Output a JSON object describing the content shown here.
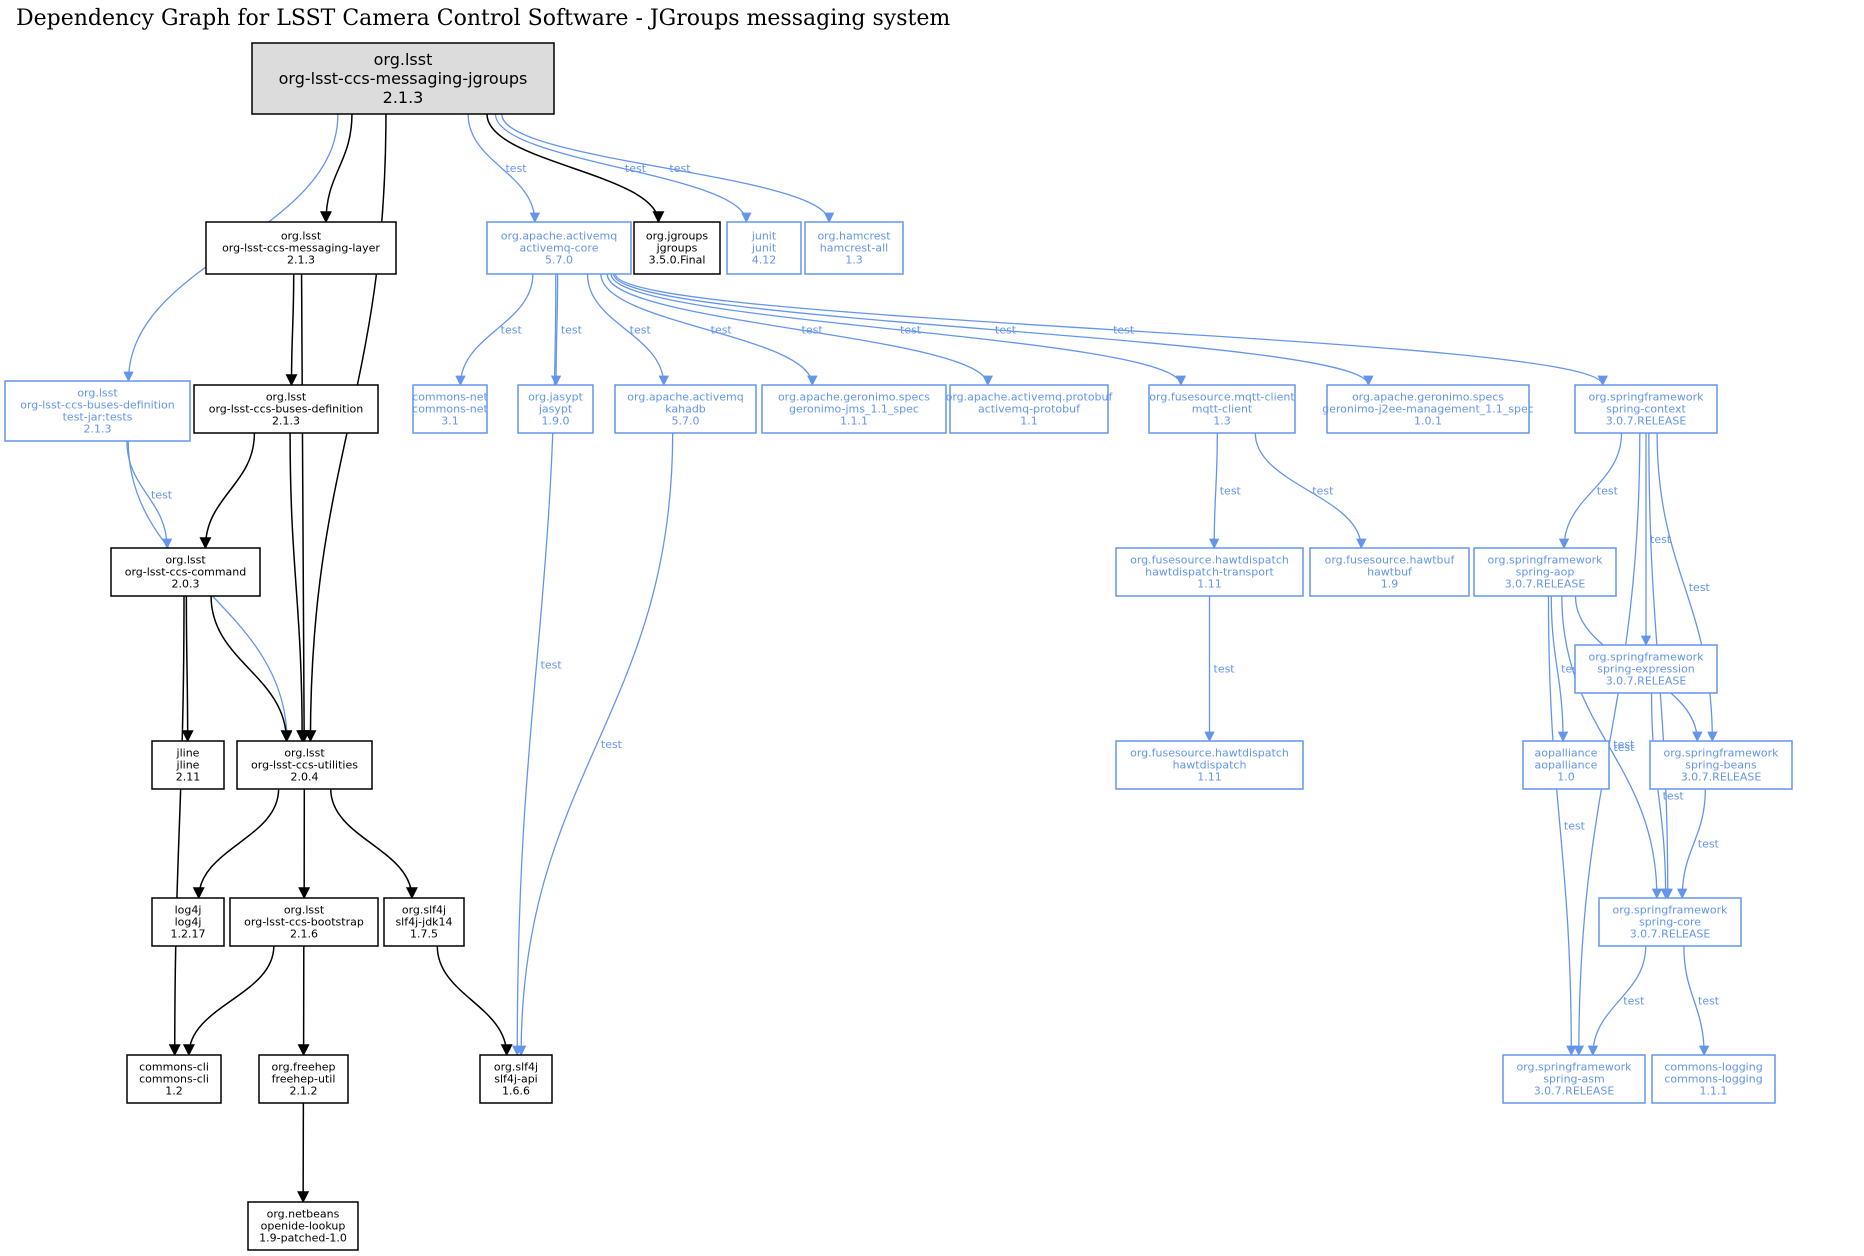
{
  "title": "Dependency Graph for LSST Camera Control Software - JGroups messaging system",
  "colors": {
    "compile": "#000000",
    "test": "#6495ed",
    "root_fill": "#dcdcdc"
  },
  "nodes": [
    {
      "id": "root",
      "lines": [
        "org.lsst",
        "org-lsst-ccs-messaging-jgroups",
        "2.1.3"
      ],
      "scope": "root"
    },
    {
      "id": "messaging-layer",
      "lines": [
        "org.lsst",
        "org-lsst-ccs-messaging-layer",
        "2.1.3"
      ],
      "scope": "compile"
    },
    {
      "id": "activemq-core",
      "lines": [
        "org.apache.activemq",
        "activemq-core",
        "5.7.0"
      ],
      "scope": "test"
    },
    {
      "id": "jgroups",
      "lines": [
        "org.jgroups",
        "jgroups",
        "3.5.0.Final"
      ],
      "scope": "compile"
    },
    {
      "id": "junit",
      "lines": [
        "junit",
        "junit",
        "4.12"
      ],
      "scope": "test"
    },
    {
      "id": "hamcrest",
      "lines": [
        "org.hamcrest",
        "hamcrest-all",
        "1.3"
      ],
      "scope": "test"
    },
    {
      "id": "buses-def-tests",
      "lines": [
        "org.lsst",
        "org-lsst-ccs-buses-definition",
        "test-jar:tests",
        "2.1.3"
      ],
      "scope": "test"
    },
    {
      "id": "buses-def",
      "lines": [
        "org.lsst",
        "org-lsst-ccs-buses-definition",
        "2.1.3"
      ],
      "scope": "compile"
    },
    {
      "id": "commons-net",
      "lines": [
        "commons-net",
        "commons-net",
        "3.1"
      ],
      "scope": "test"
    },
    {
      "id": "jasypt",
      "lines": [
        "org.jasypt",
        "jasypt",
        "1.9.0"
      ],
      "scope": "test"
    },
    {
      "id": "kahadb",
      "lines": [
        "org.apache.activemq",
        "kahadb",
        "5.7.0"
      ],
      "scope": "test"
    },
    {
      "id": "geronimo-jms",
      "lines": [
        "org.apache.geronimo.specs",
        "geronimo-jms_1.1_spec",
        "1.1.1"
      ],
      "scope": "test"
    },
    {
      "id": "activemq-protobuf",
      "lines": [
        "org.apache.activemq.protobuf",
        "activemq-protobuf",
        "1.1"
      ],
      "scope": "test"
    },
    {
      "id": "mqtt-client",
      "lines": [
        "org.fusesource.mqtt-client",
        "mqtt-client",
        "1.3"
      ],
      "scope": "test"
    },
    {
      "id": "geronimo-j2ee",
      "lines": [
        "org.apache.geronimo.specs",
        "geronimo-j2ee-management_1.1_spec",
        "1.0.1"
      ],
      "scope": "test"
    },
    {
      "id": "spring-context",
      "lines": [
        "org.springframework",
        "spring-context",
        "3.0.7.RELEASE"
      ],
      "scope": "test"
    },
    {
      "id": "ccs-command",
      "lines": [
        "org.lsst",
        "org-lsst-ccs-command",
        "2.0.3"
      ],
      "scope": "compile"
    },
    {
      "id": "hawtdispatch-transport",
      "lines": [
        "org.fusesource.hawtdispatch",
        "hawtdispatch-transport",
        "1.11"
      ],
      "scope": "test"
    },
    {
      "id": "hawtbuf",
      "lines": [
        "org.fusesource.hawtbuf",
        "hawtbuf",
        "1.9"
      ],
      "scope": "test"
    },
    {
      "id": "spring-aop",
      "lines": [
        "org.springframework",
        "spring-aop",
        "3.0.7.RELEASE"
      ],
      "scope": "test"
    },
    {
      "id": "spring-expression",
      "lines": [
        "org.springframework",
        "spring-expression",
        "3.0.7.RELEASE"
      ],
      "scope": "test"
    },
    {
      "id": "jline",
      "lines": [
        "jline",
        "jline",
        "2.11"
      ],
      "scope": "compile"
    },
    {
      "id": "ccs-utilities",
      "lines": [
        "org.lsst",
        "org-lsst-ccs-utilities",
        "2.0.4"
      ],
      "scope": "compile"
    },
    {
      "id": "hawtdispatch",
      "lines": [
        "org.fusesource.hawtdispatch",
        "hawtdispatch",
        "1.11"
      ],
      "scope": "test"
    },
    {
      "id": "aopalliance",
      "lines": [
        "aopalliance",
        "aopalliance",
        "1.0"
      ],
      "scope": "test"
    },
    {
      "id": "spring-beans",
      "lines": [
        "org.springframework",
        "spring-beans",
        "3.0.7.RELEASE"
      ],
      "scope": "test"
    },
    {
      "id": "log4j",
      "lines": [
        "log4j",
        "log4j",
        "1.2.17"
      ],
      "scope": "compile"
    },
    {
      "id": "ccs-bootstrap",
      "lines": [
        "org.lsst",
        "org-lsst-ccs-bootstrap",
        "2.1.6"
      ],
      "scope": "compile"
    },
    {
      "id": "slf4j-jdk14",
      "lines": [
        "org.slf4j",
        "slf4j-jdk14",
        "1.7.5"
      ],
      "scope": "compile"
    },
    {
      "id": "spring-core",
      "lines": [
        "org.springframework",
        "spring-core",
        "3.0.7.RELEASE"
      ],
      "scope": "test"
    },
    {
      "id": "commons-cli",
      "lines": [
        "commons-cli",
        "commons-cli",
        "1.2"
      ],
      "scope": "compile"
    },
    {
      "id": "freehep-util",
      "lines": [
        "org.freehep",
        "freehep-util",
        "2.1.2"
      ],
      "scope": "compile"
    },
    {
      "id": "slf4j-api",
      "lines": [
        "org.slf4j",
        "slf4j-api",
        "1.6.6"
      ],
      "scope": "compile"
    },
    {
      "id": "spring-asm",
      "lines": [
        "org.springframework",
        "spring-asm",
        "3.0.7.RELEASE"
      ],
      "scope": "test"
    },
    {
      "id": "commons-logging",
      "lines": [
        "commons-logging",
        "commons-logging",
        "1.1.1"
      ],
      "scope": "test"
    },
    {
      "id": "openide-lookup",
      "lines": [
        "org.netbeans",
        "openide-lookup",
        "1.9-patched-1.0"
      ],
      "scope": "compile"
    }
  ],
  "edges": [
    {
      "from": "root",
      "to": "buses-def-tests",
      "scope": "test",
      "label": "test"
    },
    {
      "from": "root",
      "to": "messaging-layer",
      "scope": "compile",
      "label": ""
    },
    {
      "from": "root",
      "to": "ccs-utilities",
      "scope": "compile",
      "label": ""
    },
    {
      "from": "root",
      "to": "activemq-core",
      "scope": "test",
      "label": "test"
    },
    {
      "from": "root",
      "to": "jgroups",
      "scope": "compile",
      "label": ""
    },
    {
      "from": "root",
      "to": "junit",
      "scope": "test",
      "label": "test"
    },
    {
      "from": "root",
      "to": "hamcrest",
      "scope": "test",
      "label": "test"
    },
    {
      "from": "messaging-layer",
      "to": "buses-def",
      "scope": "compile",
      "label": ""
    },
    {
      "from": "messaging-layer",
      "to": "ccs-utilities",
      "scope": "compile",
      "label": ""
    },
    {
      "from": "buses-def-tests",
      "to": "ccs-command",
      "scope": "test",
      "label": "test"
    },
    {
      "from": "buses-def-tests",
      "to": "ccs-utilities",
      "scope": "test",
      "label": "test"
    },
    {
      "from": "buses-def",
      "to": "ccs-command",
      "scope": "compile",
      "label": ""
    },
    {
      "from": "buses-def",
      "to": "ccs-utilities",
      "scope": "compile",
      "label": ""
    },
    {
      "from": "ccs-command",
      "to": "jline",
      "scope": "compile",
      "label": ""
    },
    {
      "from": "ccs-command",
      "to": "ccs-utilities",
      "scope": "compile",
      "label": ""
    },
    {
      "from": "ccs-command",
      "to": "commons-cli",
      "scope": "compile",
      "label": ""
    },
    {
      "from": "ccs-utilities",
      "to": "log4j",
      "scope": "compile",
      "label": ""
    },
    {
      "from": "ccs-utilities",
      "to": "ccs-bootstrap",
      "scope": "compile",
      "label": ""
    },
    {
      "from": "ccs-utilities",
      "to": "slf4j-jdk14",
      "scope": "compile",
      "label": ""
    },
    {
      "from": "ccs-bootstrap",
      "to": "commons-cli",
      "scope": "compile",
      "label": ""
    },
    {
      "from": "ccs-bootstrap",
      "to": "freehep-util",
      "scope": "compile",
      "label": ""
    },
    {
      "from": "freehep-util",
      "to": "openide-lookup",
      "scope": "compile",
      "label": ""
    },
    {
      "from": "slf4j-jdk14",
      "to": "slf4j-api",
      "scope": "compile",
      "label": ""
    },
    {
      "from": "activemq-core",
      "to": "commons-net",
      "scope": "test",
      "label": "test"
    },
    {
      "from": "activemq-core",
      "to": "jasypt",
      "scope": "test",
      "label": "test"
    },
    {
      "from": "activemq-core",
      "to": "slf4j-api",
      "scope": "test",
      "label": "test"
    },
    {
      "from": "activemq-core",
      "to": "kahadb",
      "scope": "test",
      "label": "test"
    },
    {
      "from": "activemq-core",
      "to": "geronimo-jms",
      "scope": "test",
      "label": "test"
    },
    {
      "from": "activemq-core",
      "to": "activemq-protobuf",
      "scope": "test",
      "label": "test"
    },
    {
      "from": "activemq-core",
      "to": "mqtt-client",
      "scope": "test",
      "label": "test"
    },
    {
      "from": "activemq-core",
      "to": "geronimo-j2ee",
      "scope": "test",
      "label": "test"
    },
    {
      "from": "activemq-core",
      "to": "spring-context",
      "scope": "test",
      "label": "test"
    },
    {
      "from": "kahadb",
      "to": "slf4j-api",
      "scope": "test",
      "label": "test"
    },
    {
      "from": "mqtt-client",
      "to": "hawtdispatch-transport",
      "scope": "test",
      "label": "test"
    },
    {
      "from": "mqtt-client",
      "to": "hawtbuf",
      "scope": "test",
      "label": "test"
    },
    {
      "from": "hawtdispatch-transport",
      "to": "hawtdispatch",
      "scope": "test",
      "label": "test"
    },
    {
      "from": "spring-context",
      "to": "spring-aop",
      "scope": "test",
      "label": "test"
    },
    {
      "from": "spring-context",
      "to": "spring-expression",
      "scope": "test",
      "label": "test"
    },
    {
      "from": "spring-context",
      "to": "spring-beans",
      "scope": "test",
      "label": "test"
    },
    {
      "from": "spring-context",
      "to": "spring-core",
      "scope": "test",
      "label": "test"
    },
    {
      "from": "spring-context",
      "to": "spring-asm",
      "scope": "test",
      "label": "test"
    },
    {
      "from": "spring-aop",
      "to": "aopalliance",
      "scope": "test",
      "label": "test"
    },
    {
      "from": "spring-aop",
      "to": "spring-beans",
      "scope": "test",
      "label": "test"
    },
    {
      "from": "spring-aop",
      "to": "spring-core",
      "scope": "test",
      "label": "test"
    },
    {
      "from": "spring-aop",
      "to": "spring-asm",
      "scope": "test",
      "label": "test"
    },
    {
      "from": "spring-expression",
      "to": "spring-core",
      "scope": "test",
      "label": "test"
    },
    {
      "from": "spring-beans",
      "to": "spring-core",
      "scope": "test",
      "label": "test"
    },
    {
      "from": "spring-core",
      "to": "spring-asm",
      "scope": "test",
      "label": "test"
    },
    {
      "from": "spring-core",
      "to": "commons-logging",
      "scope": "test",
      "label": "test"
    }
  ]
}
